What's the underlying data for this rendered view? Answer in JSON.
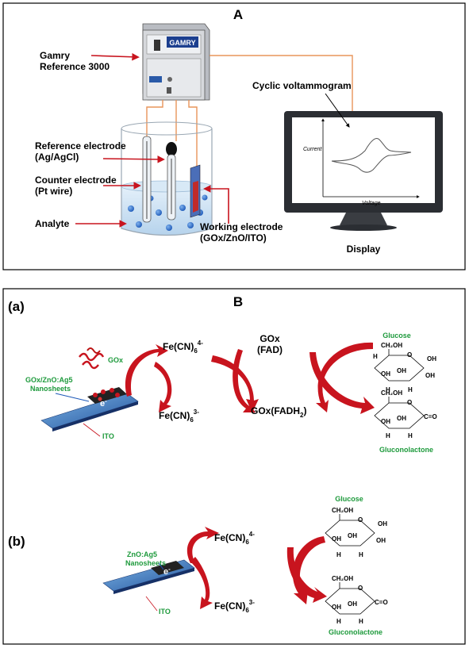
{
  "panel_a": {
    "letter": "A",
    "gamry_line1": "Gamry",
    "gamry_line2": "Reference 3000",
    "ref_line1": "Reference electrode",
    "ref_line2": "(Ag/AgCl)",
    "counter_line1": "Counter electrode",
    "counter_line2": "(Pt wire)",
    "analyte": "Analyte",
    "working_line1": "Working electrode",
    "working_line2": "(GOx/ZnO/ITO)",
    "cv_label": "Cyclic voltammogram",
    "current": "Current",
    "voltage": "Voltage",
    "display": "Display",
    "device_brand": "GAMRY"
  },
  "panel_b": {
    "letter": "B",
    "a_label": "(a)",
    "b_label": "(b)",
    "gox": "GOx",
    "nanosheets_a_line1": "GOx/ZnO:Ag5",
    "nanosheets_a_line2": "Nanosheets",
    "electron": "e",
    "electron_sup": "-",
    "ito": "ITO",
    "fecn_top_base": "Fe(CN)",
    "fecn_top_sub": "6",
    "fecn_top_sup": "4-",
    "fecn_bot_base": "Fe(CN)",
    "fecn_bot_sub": "6",
    "fecn_bot_sup": "3-",
    "gox_fad_line1": "GOx",
    "gox_fad_line2": "(FAD)",
    "goxfadh_base": "GOx(FADH",
    "goxfadh_sub": "2",
    "goxfadh_end": ")",
    "glucose": "Glucose",
    "gluconolactone": "Gluconolactone",
    "nanosheets_b_line1": "ZnO:Ag5",
    "nanosheets_b_line2": "Nanosheets",
    "ch2oh": "CH₂OH",
    "oh": "OH",
    "h": "H",
    "c": "C",
    "o": "O",
    "carbonyl": "C=O"
  },
  "colors": {
    "red": "#c8141e",
    "green": "#1e9a3c",
    "orange_wire": "#e8955a",
    "blue_liquid": "#cfe3f3"
  }
}
